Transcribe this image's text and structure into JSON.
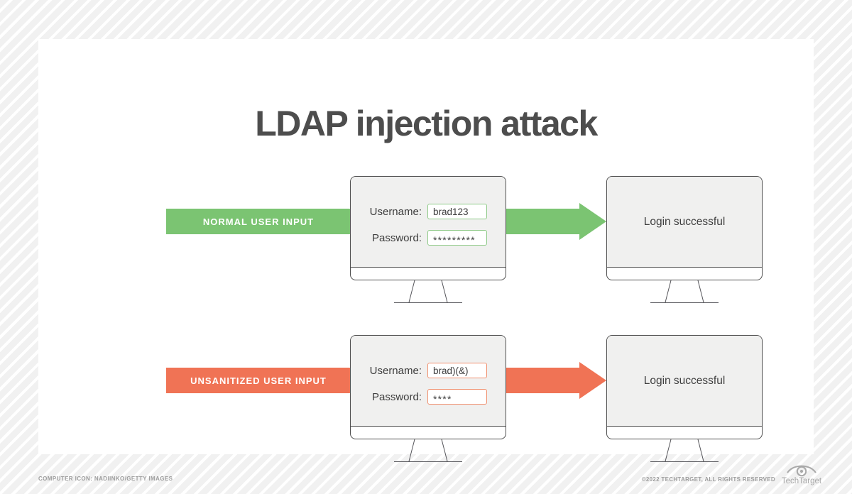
{
  "title": "LDAP injection attack",
  "rows": [
    {
      "label": "NORMAL USER INPUT",
      "arrow_color": "#7bc472",
      "input_border_color": "#8fca88",
      "form": {
        "username_label": "Username:",
        "username_value": "brad123",
        "password_label": "Password:",
        "password_value": "*********"
      },
      "result": "Login successful"
    },
    {
      "label": "UNSANITIZED USER INPUT",
      "arrow_color": "#f07355",
      "input_border_color": "#f0906e",
      "form": {
        "username_label": "Username:",
        "username_value": "brad)(&)",
        "password_label": "Password:",
        "password_value": "****"
      },
      "result": "Login successful"
    }
  ],
  "footer": {
    "credit": "COMPUTER ICON: NADIINKO/GETTY IMAGES",
    "copyright": "©2022 TECHTARGET, ALL RIGHTS RESERVED",
    "brand": "TechTarget"
  },
  "colors": {
    "normal_green": "#7bc472",
    "unsanitized_orange": "#f07355",
    "monitor_outline": "#4f4f4f",
    "screen_fill": "#f0f0ef",
    "title_text": "#4d4d4d",
    "card_bg": "#ffffff",
    "stripe_gray": "#f1f1f1"
  }
}
